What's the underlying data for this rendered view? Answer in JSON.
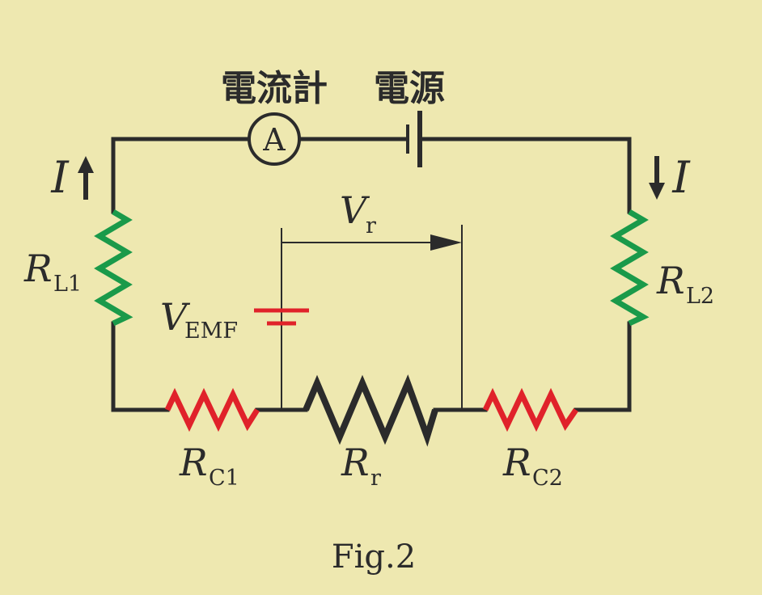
{
  "labels": {
    "ammeter_caption": "電流計",
    "source_caption": "電源",
    "ammeter_symbol": "A",
    "current_left": "I",
    "current_right": "I",
    "r_l1": {
      "main": "R",
      "sub": "L1"
    },
    "r_l2": {
      "main": "R",
      "sub": "L2"
    },
    "v_emf": {
      "main": "V",
      "sub": "EMF"
    },
    "v_r": {
      "main": "V",
      "sub": "r"
    },
    "r_c1": {
      "main": "R",
      "sub": "C1"
    },
    "r_r": {
      "main": "R",
      "sub": "r"
    },
    "r_c2": {
      "main": "R",
      "sub": "C2"
    },
    "figure_caption": "Fig.2"
  },
  "colors": {
    "background": "#eee8b0",
    "wire": "#2b2b2b",
    "lead_resistor": "#1a9a4a",
    "contact_resistor": "#e0222a",
    "emf_source": "#e0222a",
    "measured_resistor": "#2b2b2b"
  }
}
